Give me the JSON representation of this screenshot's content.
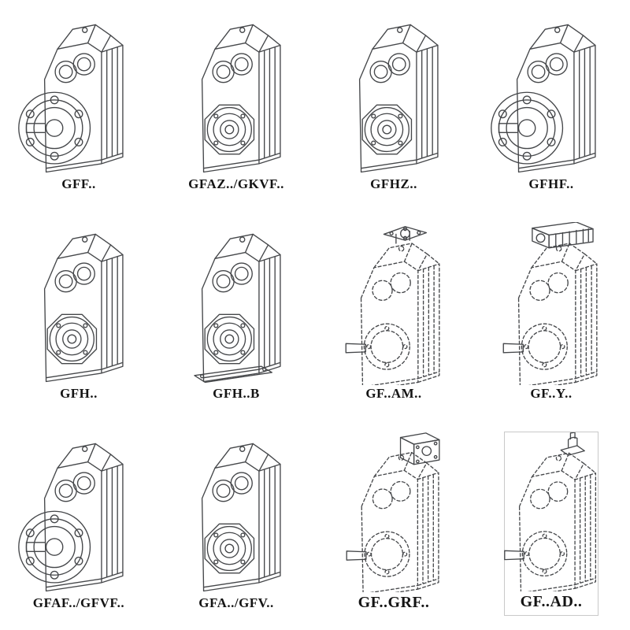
{
  "page": {
    "background": "#ffffff",
    "ink": "#45474a",
    "label_color": "#141414"
  },
  "catalog": {
    "cells": [
      {
        "label": "GFF..",
        "drawing": "flange-output-gearbox"
      },
      {
        "label": "GFAZ../GKVF..",
        "drawing": "hollow-shaft-gearbox"
      },
      {
        "label": "GFHZ..",
        "drawing": "hollow-shaft-gearbox"
      },
      {
        "label": "GFHF..",
        "drawing": "flange-output-gearbox"
      },
      {
        "label": "GFH..",
        "drawing": "hollow-shaft-gearbox"
      },
      {
        "label": "GFH..B",
        "drawing": "hollow-shaft-gearbox-with-foot"
      },
      {
        "label": "GF..AM..",
        "drawing": "phantom-gearbox-input-flange"
      },
      {
        "label": "GF..Y..",
        "drawing": "phantom-gearbox-with-motor"
      },
      {
        "label": "GFAF../GFVF..",
        "drawing": "flange-output-gearbox"
      },
      {
        "label": "GFA../GFV..",
        "drawing": "hollow-shaft-gearbox"
      },
      {
        "label": "GF..GRF..",
        "drawing": "phantom-gearbox-gear-adapter"
      },
      {
        "label": "GF..AD..",
        "drawing": "phantom-gearbox-shaft-adapter"
      }
    ]
  }
}
